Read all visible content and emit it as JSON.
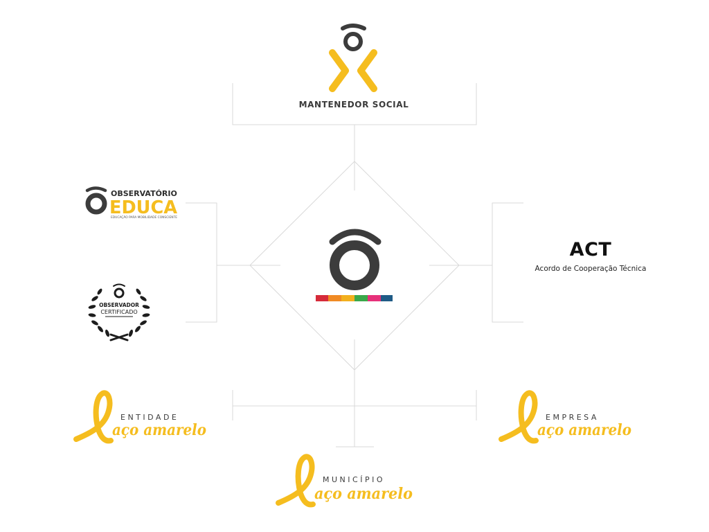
{
  "colors": {
    "brand_yellow": "#f5bd1f",
    "brand_dark": "#3c3c3c",
    "connector": "#d9d9d9",
    "stripe": [
      "#d62b3a",
      "#f08a24",
      "#f2b01e",
      "#3aa84a",
      "#e6317a",
      "#1f5b86"
    ]
  },
  "nodes": {
    "mantenedor_social": {
      "label": "MANTENEDOR SOCIAL",
      "icon": "mantenedor-social-logo-icon"
    },
    "center": {
      "icon": "central-o-logo-icon"
    },
    "observatorio_educa": {
      "line1": "OBSERVATÓRIO",
      "line2": "EDUCA",
      "tagline": "EDUCAÇÃO PARA MOBILIDADE CONSCIENTE",
      "icon": "observatorio-o-icon"
    },
    "observador_certificado": {
      "line1": "OBSERVADOR",
      "line2": "CERTIFICADO",
      "icon": "laurel-wreath-icon"
    },
    "act": {
      "title": "ACT",
      "subtitle": "Acordo de Cooperação Técnica"
    },
    "entidade": {
      "kicker": "ENTIDADE",
      "script": "aço amarelo",
      "icon": "yellow-ribbon-icon"
    },
    "empresa": {
      "kicker": "EMPRESA",
      "script": "aço amarelo",
      "icon": "yellow-ribbon-icon"
    },
    "municipio": {
      "kicker": "MUNICÍPIO",
      "script": "aço amarelo",
      "icon": "yellow-ribbon-icon"
    }
  }
}
